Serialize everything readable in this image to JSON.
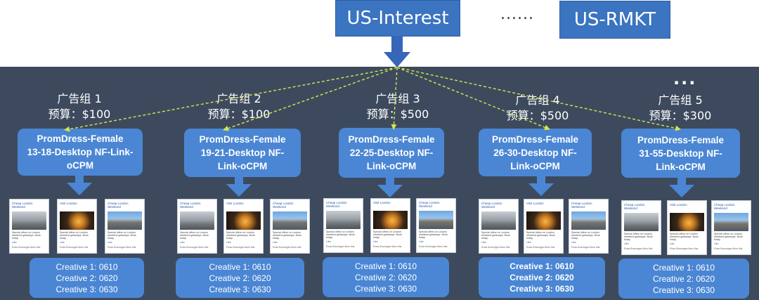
{
  "top": {
    "interest_label": "US-Interest",
    "dots": "......",
    "rmkt_label": "US-RMKT"
  },
  "more_indicator": "...",
  "ad_groups": [
    {
      "title": "广告组 1",
      "budget": "预算：$100",
      "name_lines": [
        "PromDress-Female",
        "13-18-Desktop NF-Link-",
        "oCPM"
      ],
      "creatives": [
        "Creative 1: 0610",
        "Creative 2: 0620",
        "Creative 3: 0630"
      ]
    },
    {
      "title": "广告组 2",
      "budget": "预算：$100",
      "name_lines": [
        "PromDress-Female",
        "19-21-Desktop NF-",
        "Link-oCPM"
      ],
      "creatives": [
        "Creative 1: 0610",
        "Creative 2: 0620",
        "Creative 3: 0630"
      ]
    },
    {
      "title": "广告组 3",
      "budget": "预算：$500",
      "name_lines": [
        "PromDress-Female",
        "22-25-Desktop NF-",
        "Link-oCPM"
      ],
      "creatives": [
        "Creative 1: 0610",
        "Creative 2: 0620",
        "Creative 3: 0630"
      ]
    },
    {
      "title": "广告组 4",
      "budget": "预算：$500",
      "name_lines": [
        "PromDress-Female",
        "26-30-Desktop NF-",
        "Link-oCPM"
      ],
      "creatives": [
        "Creative 1: 0610",
        "Creative 2: 0620",
        "Creative 3: 0630"
      ]
    },
    {
      "title": "广告组 5",
      "budget": "预算：$300",
      "name_lines": [
        "PromDress-Female",
        "31-55-Desktop NF-",
        "Link-oCPM"
      ],
      "creatives": [
        "Creative 1: 0610",
        "Creative 2: 0620",
        "Creative 3: 0630"
      ]
    }
  ],
  "ad_cards": [
    {
      "title": "Cheap London Weekend",
      "text": "Special offers on London weekend getaways. Book today.",
      "like": "Like",
      "footer": "Ross Brannigan likes this."
    },
    {
      "title": "Visit London",
      "text": "Special offers on London weekend getaways. Book today.",
      "like": "Like",
      "footer": "Ross Brannigan likes this."
    },
    {
      "title": "Cheap London Weekend",
      "text": "Special offers on London weekend getaways. Book today.",
      "like": "Like",
      "footer": "Ross Brannigan likes this."
    }
  ],
  "colors": {
    "box_blue": "#4a86d4",
    "top_blue": "#3b74c0",
    "panel_bg": "#3d4a5e",
    "dashed_arrow": "#d6e64a",
    "down_arrow": "#3566b8"
  }
}
